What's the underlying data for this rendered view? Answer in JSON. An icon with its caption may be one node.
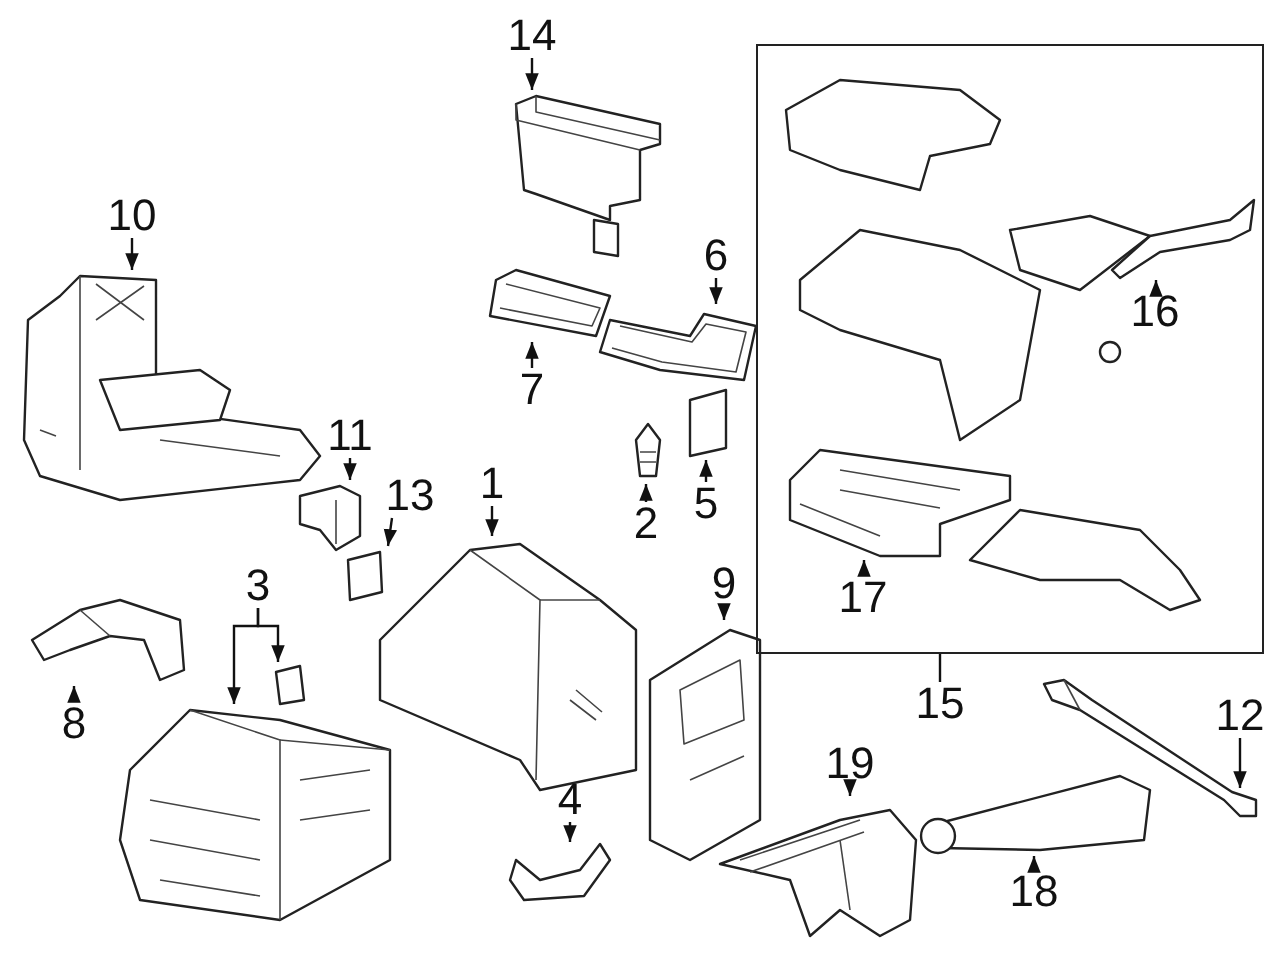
{
  "diagram": {
    "nodes": [
      {
        "text": [
          "14"
        ]
      },
      {
        "text": [],
        "shape": "picture"
      },
      {
        "text": [
          "10"
        ]
      },
      {
        "text": [],
        "shape": "picture"
      },
      {
        "text": [
          "6"
        ]
      },
      {
        "text": [],
        "shape": "picture"
      },
      {
        "text": [
          "7"
        ]
      },
      {
        "text": [],
        "shape": "picture"
      },
      {
        "text": [
          "11"
        ]
      },
      {
        "text": [],
        "shape": "picture"
      },
      {
        "text": [
          "1"
        ]
      },
      {
        "text": [],
        "shape": "picture"
      },
      {
        "text": [
          "2"
        ]
      },
      {
        "text": [],
        "shape": "picture"
      },
      {
        "text": [
          "5"
        ]
      },
      {
        "text": [],
        "shape": "box"
      },
      {
        "text": [
          "13"
        ]
      },
      {
        "text": [],
        "shape": "box"
      },
      {
        "text": [
          "3"
        ]
      },
      {
        "text": [],
        "shape": "picture"
      },
      {
        "text": [],
        "shape": "box"
      },
      {
        "text": [
          "8"
        ]
      },
      {
        "text": [],
        "shape": "picture"
      },
      {
        "text": [
          "9"
        ]
      },
      {
        "text": [],
        "shape": "picture"
      },
      {
        "text": [
          "4"
        ]
      },
      {
        "text": [],
        "shape": "picture"
      },
      {
        "text": [],
        "shape": "box"
      },
      {
        "text": [
          "15"
        ]
      },
      {
        "text": [],
        "shape": "picture",
        "in": 27
      },
      {
        "text": [
          "16"
        ],
        "in": 27
      },
      {
        "text": [],
        "shape": "picture",
        "in": 27
      },
      {
        "text": [
          "17"
        ],
        "in": 27
      },
      {
        "text": [
          "12"
        ]
      },
      {
        "text": [],
        "shape": "picture"
      },
      {
        "text": [
          "19"
        ]
      },
      {
        "text": [],
        "shape": "picture"
      },
      {
        "text": [
          "18"
        ]
      },
      {
        "text": [],
        "shape": "picture"
      }
    ],
    "edges": [
      {
        "from": 0,
        "to": 1,
        "arrow": "to"
      },
      {
        "from": 2,
        "to": 3,
        "arrow": "to"
      },
      {
        "from": 4,
        "to": 5,
        "arrow": "to"
      },
      {
        "from": 6,
        "to": 7,
        "arrow": "to"
      },
      {
        "from": 8,
        "to": 9,
        "arrow": "to"
      },
      {
        "from": 10,
        "to": 11,
        "arrow": "to"
      },
      {
        "from": 12,
        "to": 13,
        "arrow": "to"
      },
      {
        "from": 14,
        "to": 15,
        "arrow": "to"
      },
      {
        "from": 16,
        "to": 17,
        "arrow": "to"
      },
      {
        "from": 18,
        "to": 19,
        "arrow": "to"
      },
      {
        "from": 18,
        "to": 20,
        "arrow": "to"
      },
      {
        "from": 21,
        "to": 22,
        "arrow": "to"
      },
      {
        "from": 23,
        "to": 24,
        "arrow": "to"
      },
      {
        "from": 25,
        "to": 26,
        "arrow": "to"
      },
      {
        "from": 28,
        "to": 27,
        "arrow": "none"
      },
      {
        "from": 30,
        "to": 29,
        "arrow": "to"
      },
      {
        "from": 32,
        "to": 31,
        "arrow": "to"
      },
      {
        "from": 33,
        "to": 34,
        "arrow": "to"
      },
      {
        "from": 35,
        "to": 36,
        "arrow": "to"
      },
      {
        "from": 37,
        "to": 38,
        "arrow": "to"
      }
    ]
  }
}
